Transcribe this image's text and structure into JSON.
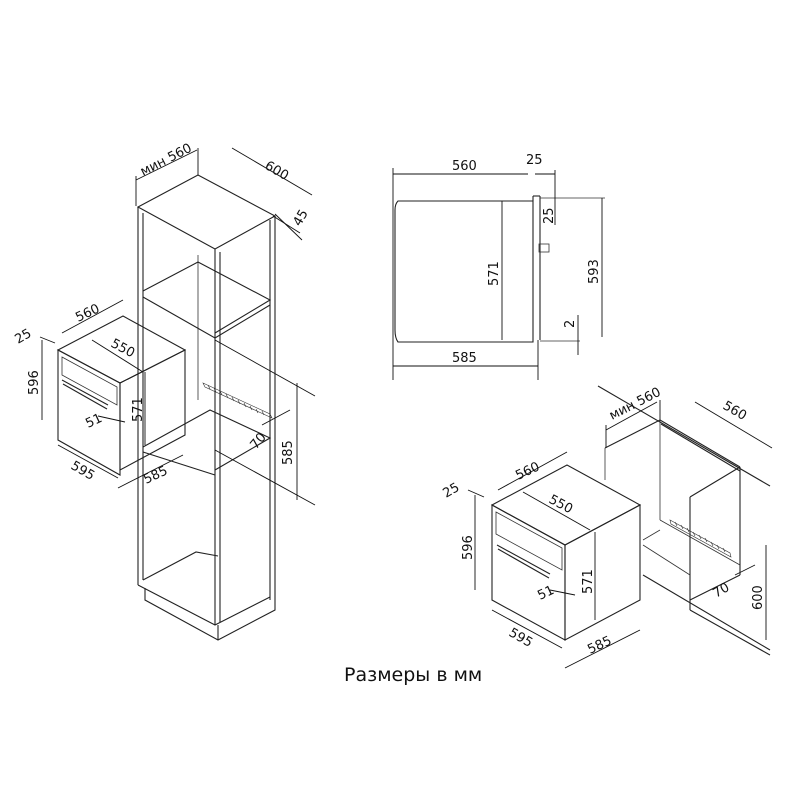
{
  "caption": "Размеры в мм",
  "diagram": {
    "title": "Built-in oven installation dimensions",
    "column_install": {
      "cabinet_width_min": "мин 560",
      "cabinet_depth": "600",
      "back_gap": "45",
      "niche_height": "585",
      "vent_gap": "70",
      "oven": {
        "top_depth": "560",
        "front_offset": "25",
        "inner_depth": "550",
        "front_height": "596",
        "body_height": "571",
        "handle_offset": "51",
        "front_width": "595",
        "body_width": "585"
      }
    },
    "side_view": {
      "body_depth": "560",
      "door_thickness": "25",
      "top_gap": "25",
      "body_height": "571",
      "total_height": "593",
      "bottom_gap": "2",
      "total_depth": "585"
    },
    "undercounter_install": {
      "cabinet_width_min": "мин 560",
      "cabinet_depth": "560",
      "niche_height": "600",
      "vent_gap": "70",
      "oven": {
        "top_depth": "560",
        "front_offset": "25",
        "inner_depth": "550",
        "front_height": "596",
        "body_height": "571",
        "handle_offset": "51",
        "front_width": "595",
        "body_width": "585"
      }
    }
  }
}
